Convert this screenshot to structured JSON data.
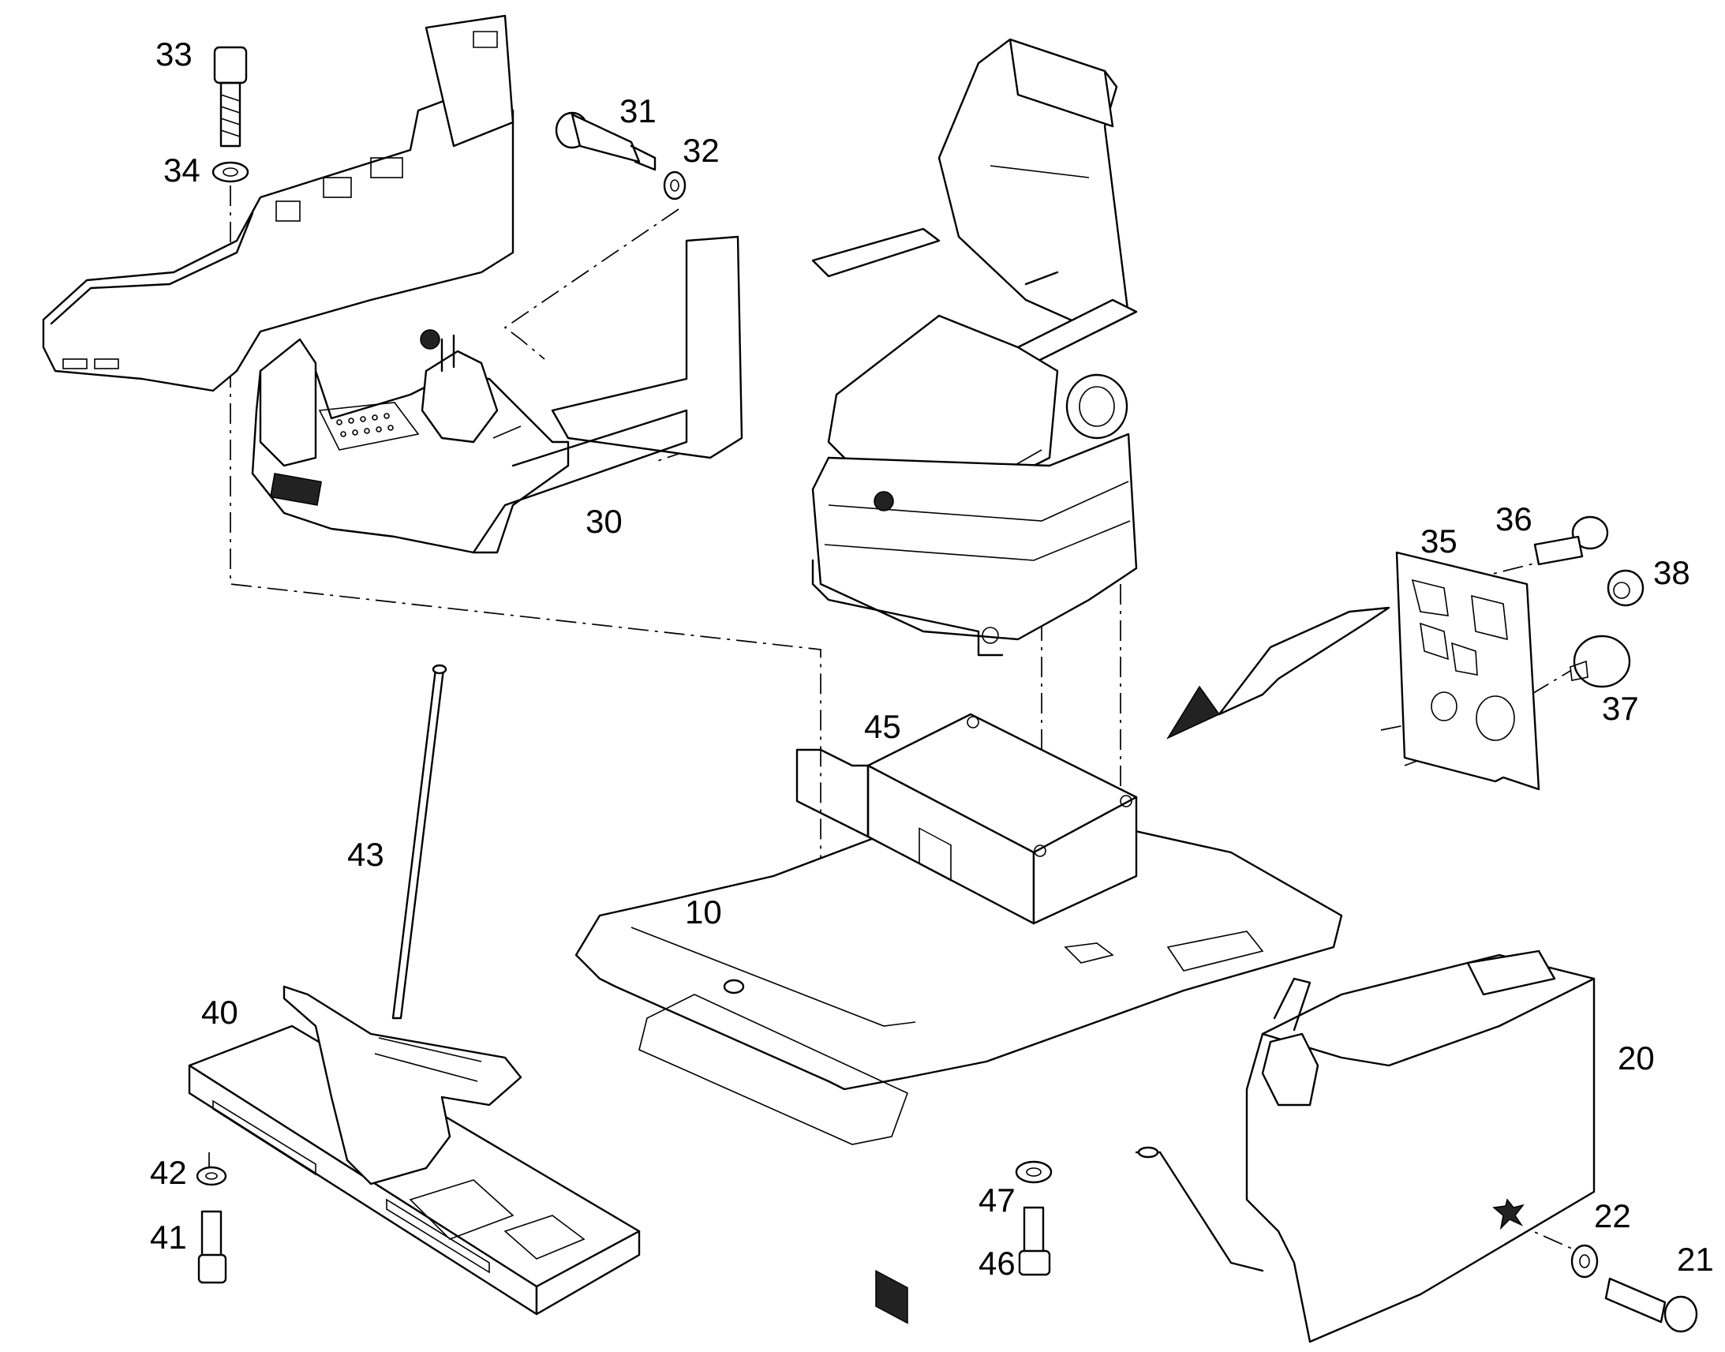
{
  "callouts": {
    "c10": "10",
    "c20": "20",
    "c21": "21",
    "c22": "22",
    "c30": "30",
    "c31": "31",
    "c32": "32",
    "c33": "33",
    "c34": "34",
    "c35": "35",
    "c36": "36",
    "c37": "37",
    "c38": "38",
    "c40": "40",
    "c41": "41",
    "c42": "42",
    "c43": "43",
    "c45": "45",
    "c46": "46",
    "c47": "47"
  }
}
